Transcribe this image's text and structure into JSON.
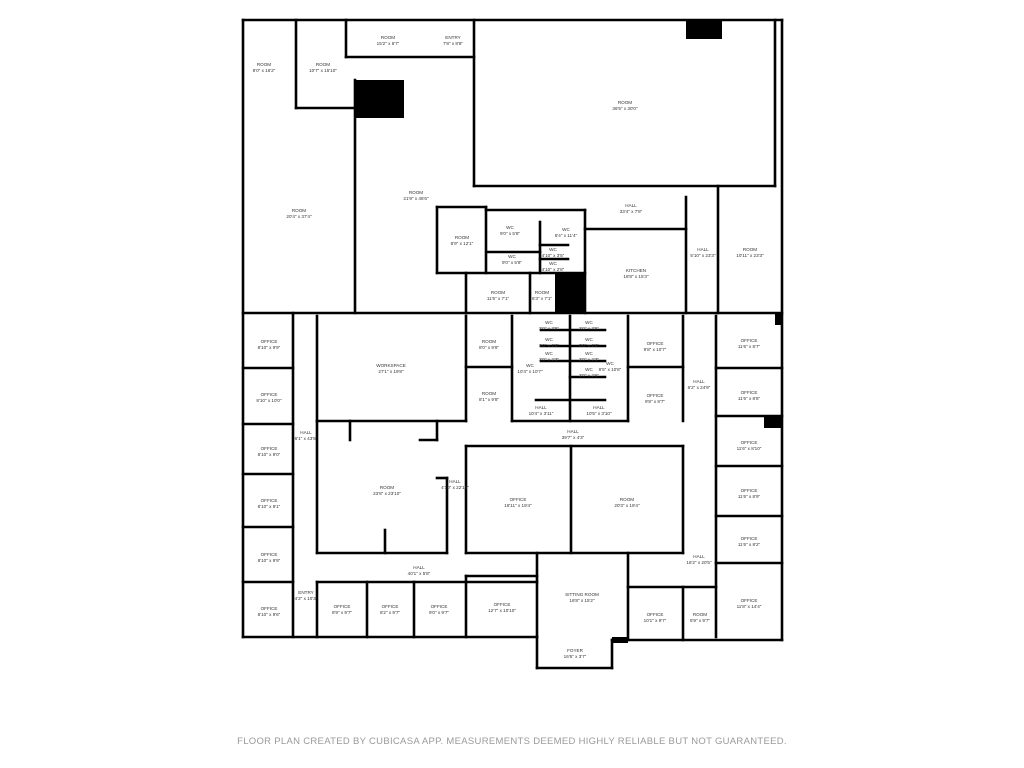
{
  "rooms": [
    {
      "name": "ROOM",
      "dims": "8'0\" x 16'2\""
    },
    {
      "name": "ROOM",
      "dims": "10'7\" x 15'10\""
    },
    {
      "name": "ROOM",
      "dims": "15'2\" x 6'7\""
    },
    {
      "name": "ENTRY",
      "dims": "7'8\" x 8'8\""
    },
    {
      "name": "ROOM",
      "dims": "36'5\" x 30'0\""
    },
    {
      "name": "ROOM",
      "dims": "20'4\" x 37'4\""
    },
    {
      "name": "ROOM",
      "dims": "21'9\" x 46'6\""
    },
    {
      "name": "ROOM",
      "dims": "8'9\" x 12'1\""
    },
    {
      "name": "WC",
      "dims": "9'0\" x 5'8\""
    },
    {
      "name": "WC",
      "dims": "8'4\" x 11'4\""
    },
    {
      "name": "WC",
      "dims": "4'10\" x 3'5\""
    },
    {
      "name": "WC",
      "dims": "9'0\" x 5'8\""
    },
    {
      "name": "WC",
      "dims": "4'10\" x 2'8\""
    },
    {
      "name": "HALL",
      "dims": "33'4\" x 7'8\""
    },
    {
      "name": "HALL",
      "dims": "5'10\" x 23'3\""
    },
    {
      "name": "ROOM",
      "dims": "10'11\" x 23'3\""
    },
    {
      "name": "KITCHEN",
      "dims": "18'8\" x 15'3\""
    },
    {
      "name": "ROOM",
      "dims": "11'5\" x 7'1\""
    },
    {
      "name": "ROOM",
      "dims": "6'3\" x 7'1\""
    },
    {
      "name": "OFFICE",
      "dims": "8'10\" x 9'9\""
    },
    {
      "name": "OFFICE",
      "dims": "8'10\" x 10'0\""
    },
    {
      "name": "OFFICE",
      "dims": "8'10\" x 9'0\""
    },
    {
      "name": "OFFICE",
      "dims": "8'10\" x 9'1\""
    },
    {
      "name": "OFFICE",
      "dims": "8'10\" x 9'9\""
    },
    {
      "name": "OFFICE",
      "dims": "8'10\" x 9'6\""
    },
    {
      "name": "HALL",
      "dims": "6'1\" x 43'8\""
    },
    {
      "name": "WORKSPACE",
      "dims": "27'1\" x 19'8\""
    },
    {
      "name": "ROOM",
      "dims": "8'0\" x 9'8\""
    },
    {
      "name": "ROOM",
      "dims": "8'1\" x 9'8\""
    },
    {
      "name": "WC",
      "dims": "3'0\" x 3'5\""
    },
    {
      "name": "WC",
      "dims": "3'0\" x 3'5\""
    },
    {
      "name": "WC",
      "dims": "3'0\" x 2'6\""
    },
    {
      "name": "WC",
      "dims": "3'0\" x 2'6\""
    },
    {
      "name": "WC",
      "dims": "3'0\" x 2'3\""
    },
    {
      "name": "WC",
      "dims": "3'0\" x 2'3\""
    },
    {
      "name": "WC",
      "dims": "3'0\" x 2'6\""
    },
    {
      "name": "WC",
      "dims": "10'4\" x 10'7\""
    },
    {
      "name": "WC",
      "dims": "8'5\" x 10'8\""
    },
    {
      "name": "HALL",
      "dims": "10'4\" x 3'11\""
    },
    {
      "name": "HALL",
      "dims": "10'5\" x 3'10\""
    },
    {
      "name": "OFFICE",
      "dims": "9'8\" x 10'7\""
    },
    {
      "name": "OFFICE",
      "dims": "9'8\" x 8'7\""
    },
    {
      "name": "HALL",
      "dims": "6'2\" x 24'9\""
    },
    {
      "name": "HALL",
      "dims": "39'7\" x 4'3\""
    },
    {
      "name": "OFFICE",
      "dims": "11'6\" x 8'7\""
    },
    {
      "name": "OFFICE",
      "dims": "11'6\" x 8'8\""
    },
    {
      "name": "OFFICE",
      "dims": "11'6\" x 8'10\""
    },
    {
      "name": "OFFICE",
      "dims": "11'6\" x 8'9\""
    },
    {
      "name": "OFFICE",
      "dims": "11'6\" x 8'2\""
    },
    {
      "name": "OFFICE",
      "dims": "11'8\" x 14'4\""
    },
    {
      "name": "ROOM",
      "dims": "23'8\" x 23'10\""
    },
    {
      "name": "HALL",
      "dims": "4'10\" x 22'10\""
    },
    {
      "name": "OFFICE",
      "dims": "18'11\" x 19'4\""
    },
    {
      "name": "ROOM",
      "dims": "20'3\" x 19'4\""
    },
    {
      "name": "HALL",
      "dims": "40'1\" x 5'8\""
    },
    {
      "name": "HALL",
      "dims": "16'2\" x 20'5\""
    },
    {
      "name": "ENTRY",
      "dims": "4'2\" x 10'3\""
    },
    {
      "name": "OFFICE",
      "dims": "8'9\" x 9'7\""
    },
    {
      "name": "OFFICE",
      "dims": "8'2\" x 9'7\""
    },
    {
      "name": "OFFICE",
      "dims": "9'0\" x 9'7\""
    },
    {
      "name": "OFFICE",
      "dims": "12'7\" x 10'10\""
    },
    {
      "name": "SITTING ROOM",
      "dims": "16'8\" x 15'2\""
    },
    {
      "name": "OFFICE",
      "dims": "10'1\" x 9'7\""
    },
    {
      "name": "ROOM",
      "dims": "5'9\" x 9'7\""
    },
    {
      "name": "FOYER",
      "dims": "16'6\" x 3'7\""
    }
  ],
  "footer": "FLOOR PLAN CREATED BY CUBICASA APP. MEASUREMENTS DEEMED HIGHLY RELIABLE BUT NOT GUARANTEED.",
  "colors": {
    "wall": "#000000",
    "text": "#333333",
    "footer": "#9a9a9a"
  }
}
